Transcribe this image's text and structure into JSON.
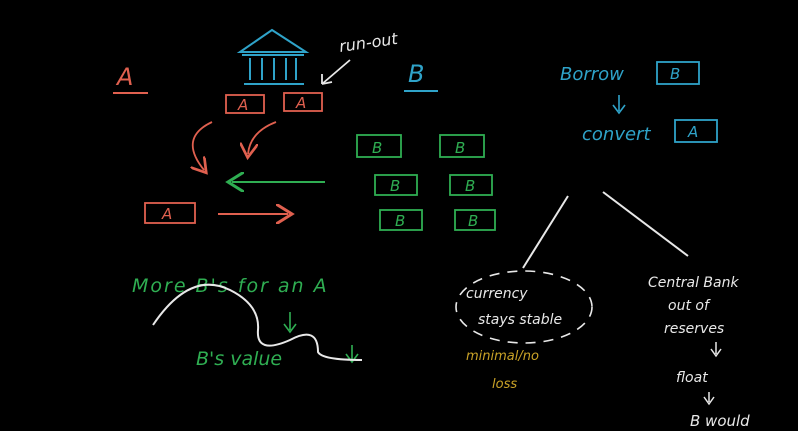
{
  "colors": {
    "background": "#000000",
    "red": "#e0604f",
    "blue": "#2fa3c9",
    "green": "#2fae52",
    "white": "#e8e8e8",
    "yellow": "#c9a227"
  },
  "labels": {
    "country_a": "A",
    "country_b": "B",
    "run_out": "run-out",
    "currency_a": "A",
    "currency_b": "B"
  },
  "left_panel": {
    "more_bs": "More B's for an A",
    "bs_value": "B's value"
  },
  "right_panel": {
    "borrow": "Borrow",
    "convert": "convert",
    "currency_stays_line1": "currency",
    "currency_stays_line2": "stays stable",
    "minimal_loss_line1": "minimal/no",
    "minimal_loss_line2": "loss",
    "cb_line1": "Central Bank",
    "cb_line2": "out of",
    "cb_line3": "reserves",
    "float": "float",
    "b_would": "B would"
  },
  "icons": {
    "bank": "bank-building-icon"
  }
}
